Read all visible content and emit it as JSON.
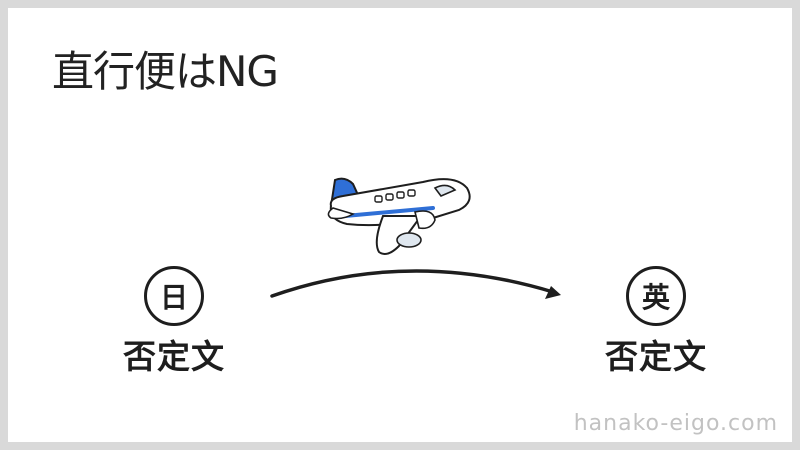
{
  "title": "直行便はNG",
  "left": {
    "badge": "日",
    "label": "否定文"
  },
  "right": {
    "badge": "英",
    "label": "否定文"
  },
  "watermark": "hanako-eigo.com",
  "colors": {
    "ink": "#1e1e1e",
    "plane_accent": "#2f6fd6",
    "background": "#ffffff",
    "frame": "#d9d9d9"
  },
  "icons": {
    "arrow": "curved-arrow-right",
    "plane": "airplane"
  }
}
